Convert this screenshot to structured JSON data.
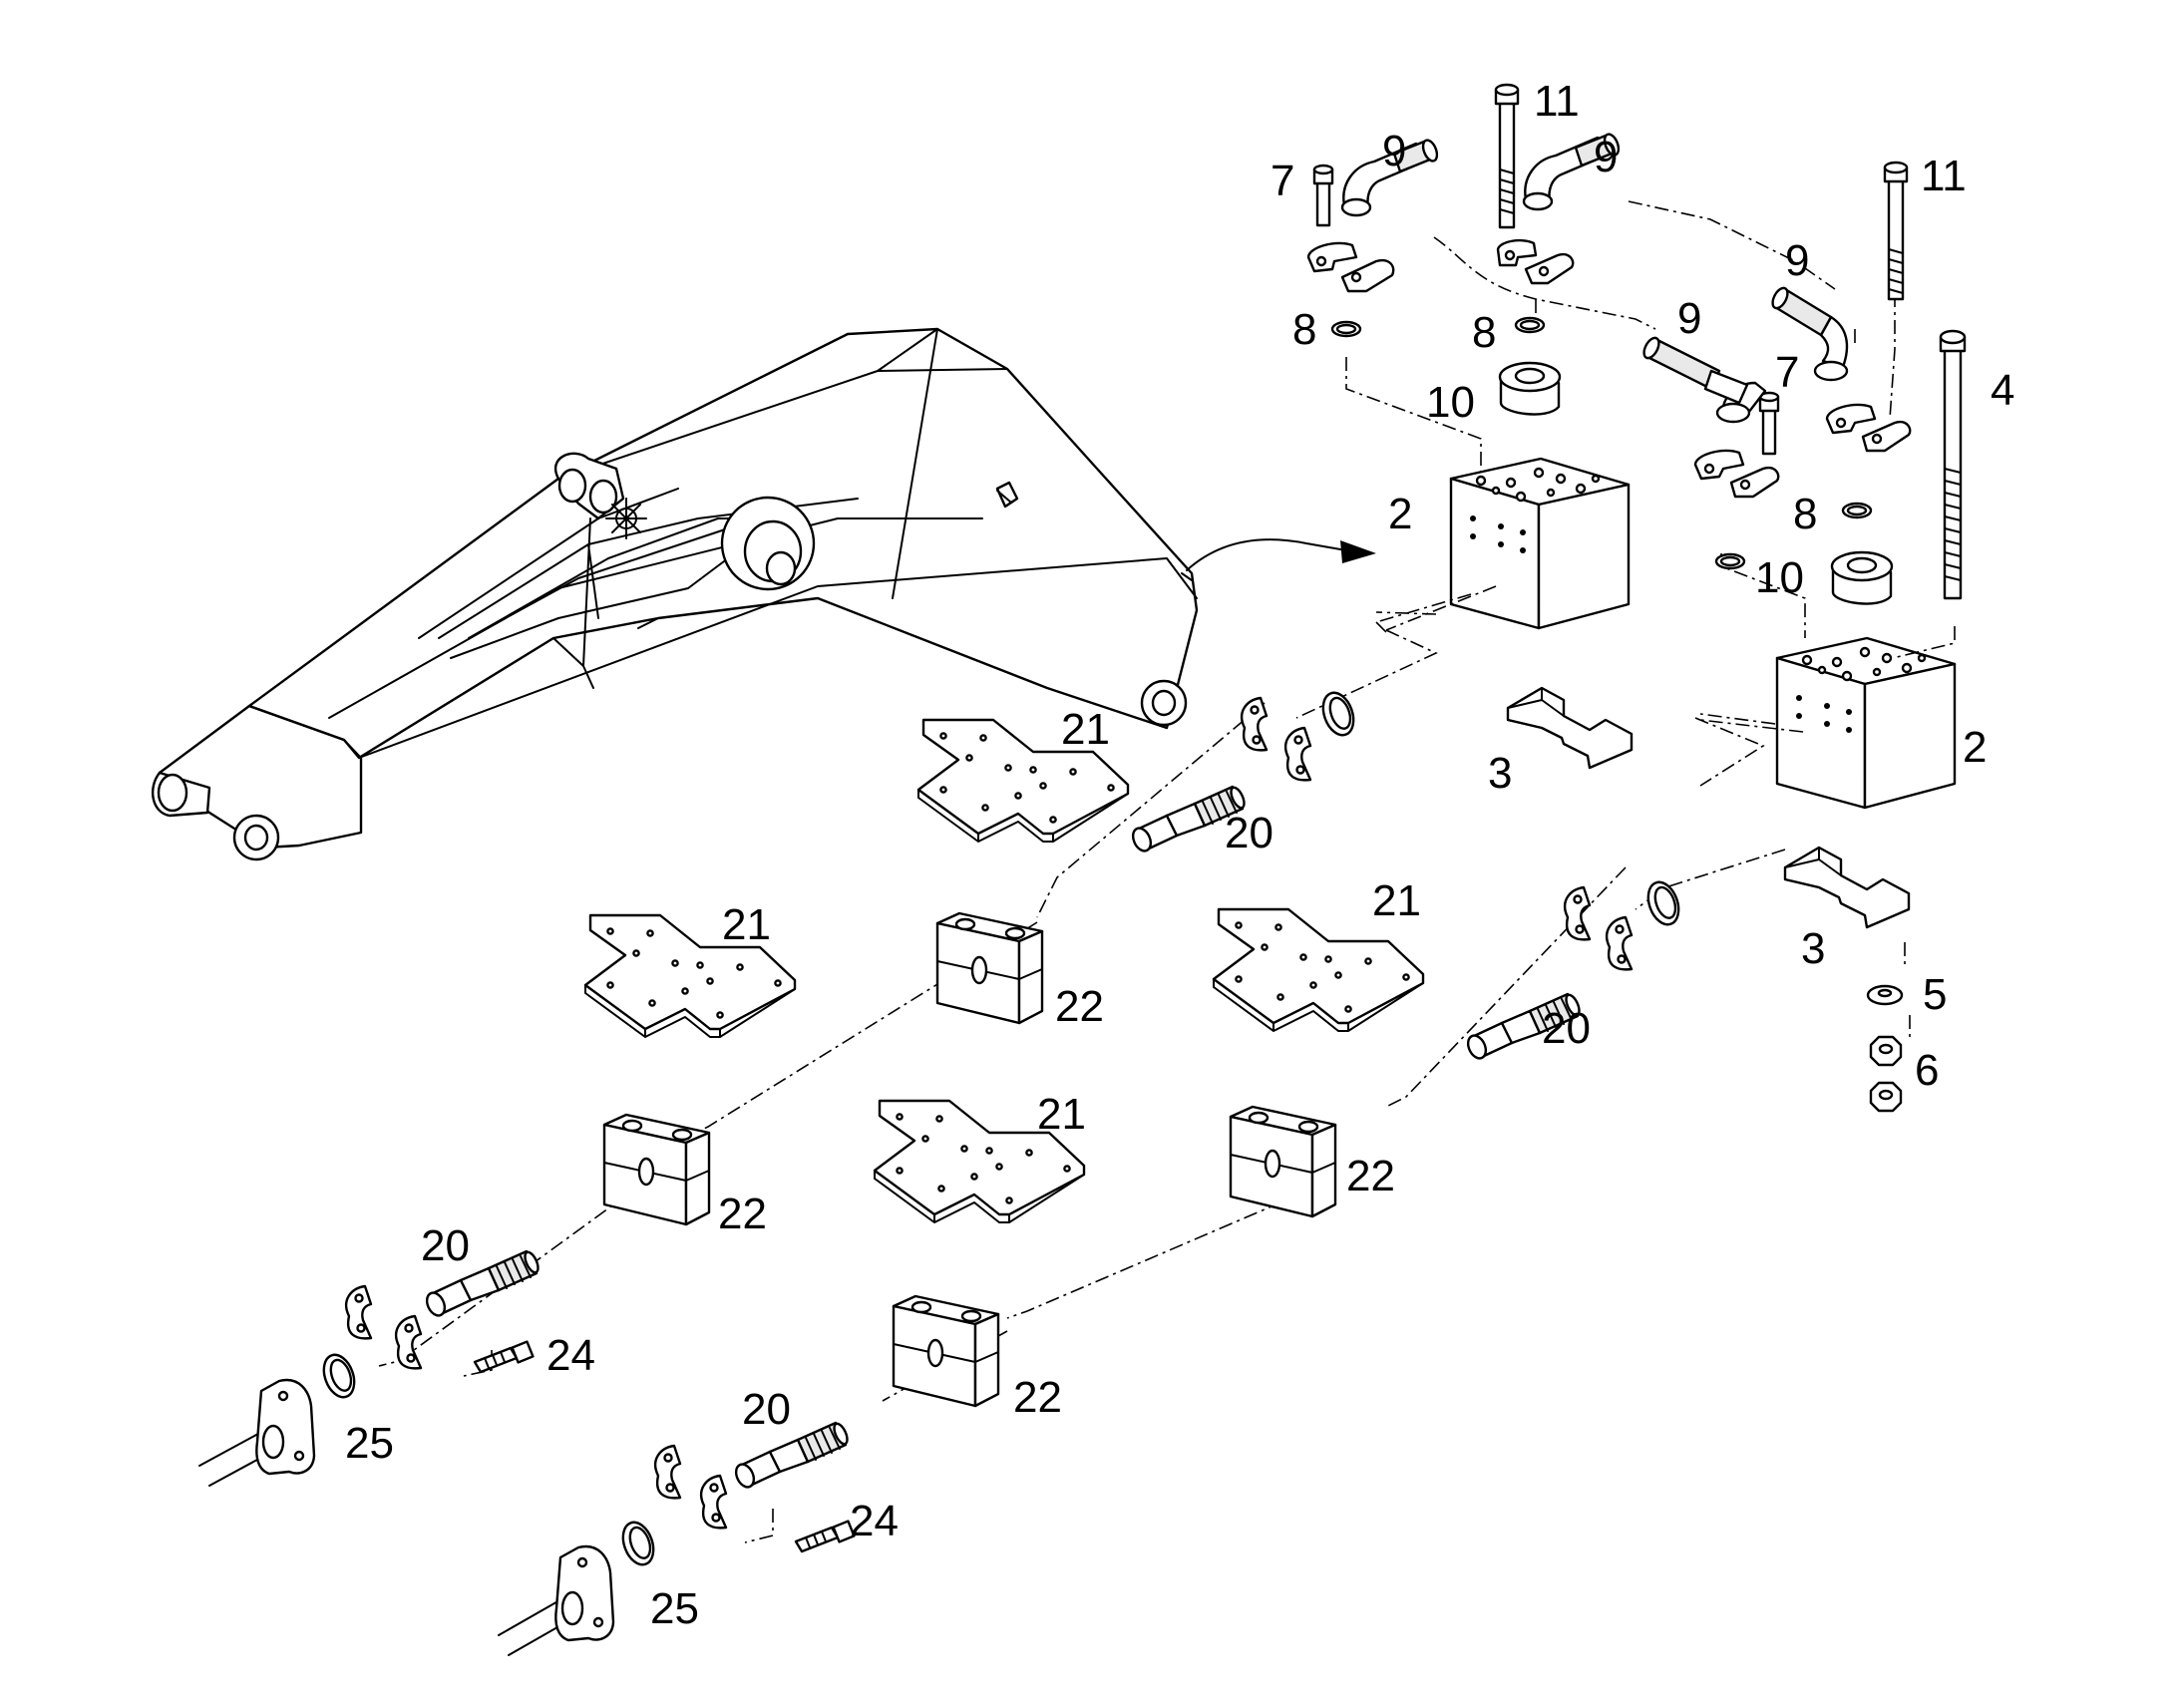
{
  "colors": {
    "line": "#000000",
    "background": "#ffffff",
    "shade": "#cfcfcf"
  },
  "icons": [
    "boom-assembly-icon",
    "manifold-block-icon",
    "pipe-clamp-icon",
    "hose-fitting-icon",
    "flange-half-icon",
    "o-ring-icon",
    "screw-icon",
    "nut-icon",
    "washer-icon",
    "bracket-icon",
    "clamp-plate-icon",
    "pipe-flange-icon"
  ],
  "callouts": {
    "c2a": "2",
    "c2b": "2",
    "c3a": "3",
    "c3b": "3",
    "c4": "4",
    "c5": "5",
    "c6": "6",
    "c7a": "7",
    "c7b": "7",
    "c8a": "8",
    "c8b": "8",
    "c8c": "8",
    "c9a": "9",
    "c9b": "9",
    "c9c": "9",
    "c9d": "9",
    "c10a": "10",
    "c10b": "10",
    "c11a": "11",
    "c11b": "11",
    "c20a": "20",
    "c20b": "20",
    "c20c": "20",
    "c20d": "20",
    "c21a": "21",
    "c21b": "21",
    "c21c": "21",
    "c21d": "21",
    "c22a": "22",
    "c22b": "22",
    "c22c": "22",
    "c22d": "22",
    "c24a": "24",
    "c24b": "24",
    "c25a": "25",
    "c25b": "25"
  }
}
